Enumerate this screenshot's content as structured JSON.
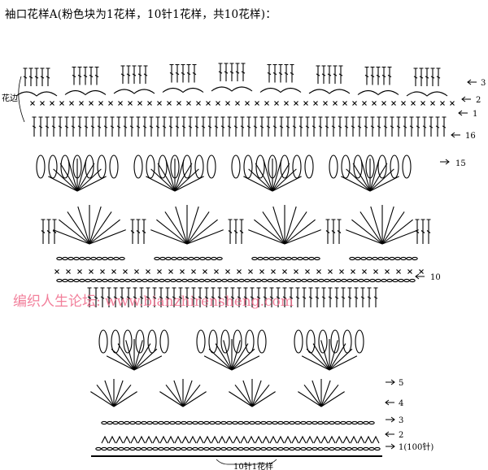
{
  "title": "袖口花样A(粉色块为1花样，10针1花样，共10花样)：",
  "edge_label": "花边",
  "row_labels": [
    {
      "text": "3",
      "id": "row-3-top"
    },
    {
      "text": "2",
      "id": "row-2-top"
    },
    {
      "text": "1",
      "id": "row-1-top"
    },
    {
      "text": "16",
      "id": "row-16"
    },
    {
      "text": "15",
      "id": "row-15"
    },
    {
      "text": "10",
      "id": "row-10"
    },
    {
      "text": "5",
      "id": "row-5"
    },
    {
      "text": "4",
      "id": "row-4"
    },
    {
      "text": "3",
      "id": "row-3"
    },
    {
      "text": "2",
      "id": "row-2"
    },
    {
      "text": "1(100针)",
      "id": "row-1"
    }
  ],
  "bottom_caption": "10针1花样",
  "watermark": "编织人生论坛: www.bianzhirensheng.com",
  "colors": {
    "ink": "#000000",
    "watermark": "#f06a8a"
  }
}
